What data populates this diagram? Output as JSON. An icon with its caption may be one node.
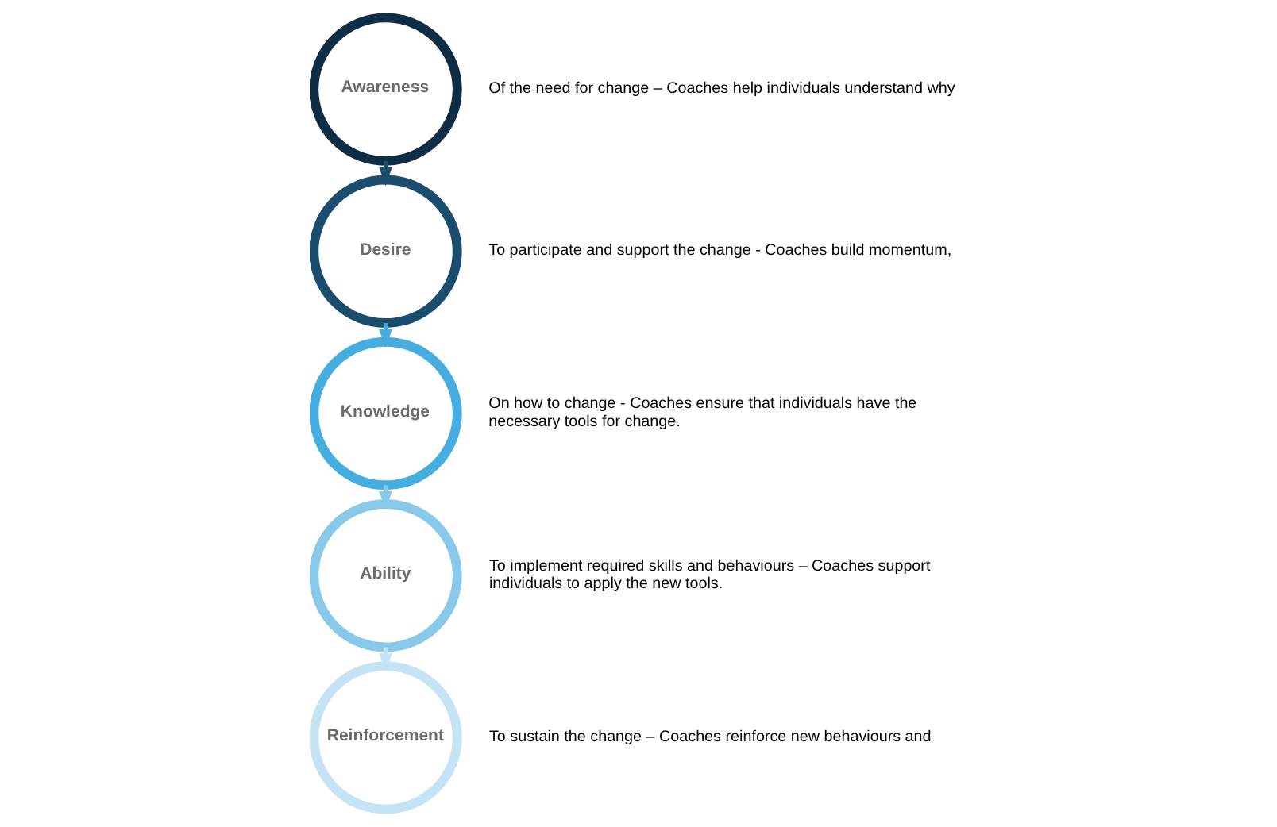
{
  "diagram": {
    "nodes": [
      {
        "text": [
          "Awareness"
        ]
      },
      {
        "text": [
          "Desire"
        ]
      },
      {
        "text": [
          "Knowledge"
        ]
      },
      {
        "text": [
          "Ability"
        ]
      },
      {
        "text": [
          "Reinforcement"
        ]
      }
    ],
    "edges": [
      {
        "from": 0,
        "to": 1,
        "arrow": "to",
        "color": "#1b4e6e"
      },
      {
        "from": 1,
        "to": 2,
        "arrow": "to",
        "color": "#45ade0"
      },
      {
        "from": 2,
        "to": 3,
        "arrow": "to",
        "color": "#88c9ea"
      },
      {
        "from": 3,
        "to": 4,
        "arrow": "to",
        "color": "#c4e3f4"
      }
    ],
    "labels": [
      "Of the need for change – Coaches help individuals understand why",
      "To participate and support the change - Coaches build momentum,",
      "On how to change - Coaches ensure that individuals have the necessary tools for change.",
      "To implement required skills and behaviours – Coaches support individuals to apply the new tools.",
      "To sustain the change – Coaches reinforce new behaviours and"
    ]
  }
}
